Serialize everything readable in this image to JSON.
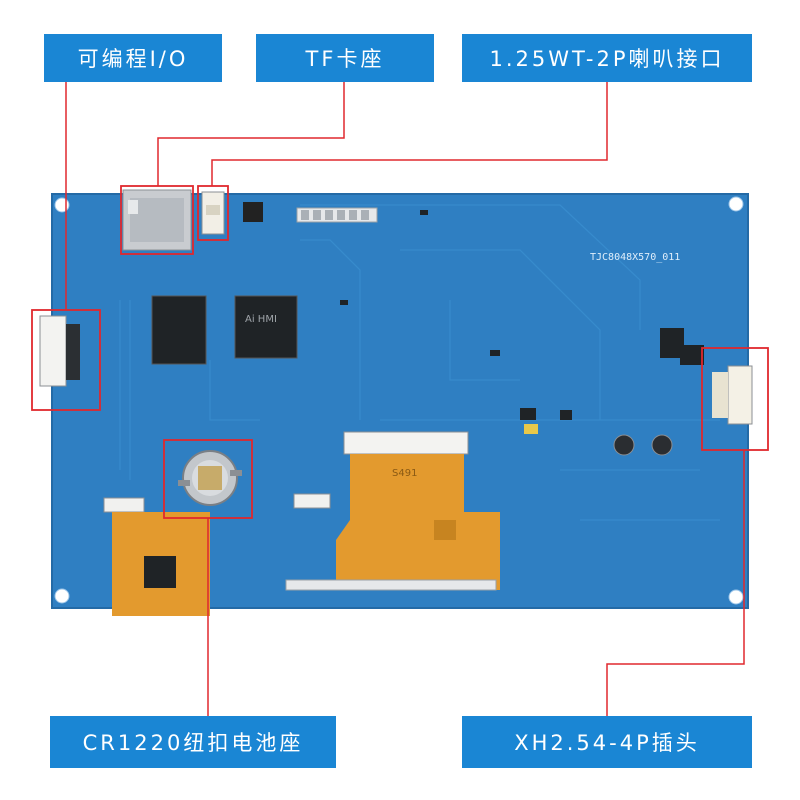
{
  "callouts": {
    "io": "可编程I/O",
    "tf": "TF卡座",
    "speaker": "1.25WT-2P喇叭接口",
    "battery": "CR1220纽扣电池座",
    "xh": "XH2.54-4P插头"
  },
  "board": {
    "model": "TJC8048X570_011",
    "chip_text": "Ai HMI",
    "flex_text": "S491"
  },
  "colors": {
    "label_bg": "#1a86d4",
    "callout_line": "#e0282e",
    "board": "#2f7fc2",
    "flex": "#e39a2e"
  }
}
